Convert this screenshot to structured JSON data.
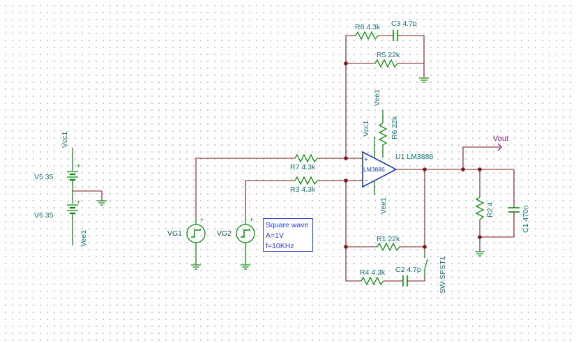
{
  "labels": {
    "vcc1_left": "Vcc1",
    "v5": "V5 35",
    "v6": "V6 35",
    "vee1_left": "Vee1",
    "vg1": "VG1",
    "vg2": "VG2",
    "r7": "R7 4.3k",
    "r3": "R3 4.3k",
    "r8": "R8 4.3k",
    "c3": "C3 4.7p",
    "r5": "R5 22k",
    "vee1_top": "Vee1",
    "vcc1_mid": "Vcc1",
    "r6": "R6 22k",
    "u1": "U1 LM3886",
    "opamp_part": "LM3886",
    "vee1_bottom": "Vee1",
    "r1": "R1 22k",
    "r4": "R4 4.3k",
    "c2": "C2 4.7p",
    "sw": "SW-SPST1",
    "vout": "Vout",
    "r2": "R2 4",
    "c1": "C1 470n"
  },
  "note": {
    "line1": "Square wave",
    "line2": "A=1V",
    "line3": "f=10KHz"
  },
  "colors": {
    "wire": "#7a1a1a",
    "component": "#0f8a0f",
    "label": "#16737a",
    "opamp": "#1b3fa8",
    "note": "#2f3fd4",
    "vout": "#8b1a8b"
  }
}
